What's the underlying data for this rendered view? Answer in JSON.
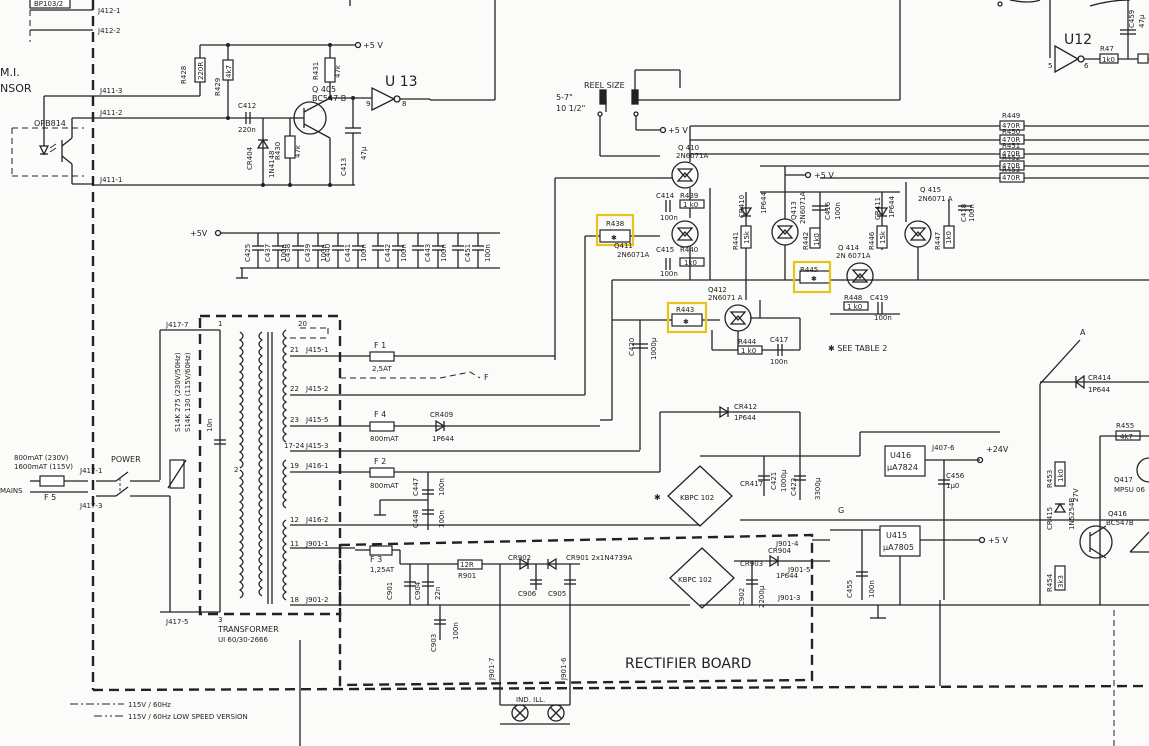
{
  "labels": {
    "bp": "BP103/2",
    "j4121": "J412-1",
    "j4122": "J412-2",
    "mi": "M.I.",
    "sensor": "NSOR",
    "opb": "OPB814",
    "j4113": "J411-3",
    "j4112": "J411-2",
    "j4111": "J411-1",
    "r428": "R428",
    "r428v": "220R",
    "r429": "R429",
    "r429v": "4k7",
    "r431": "R431",
    "r431v": "47k",
    "c412": "C412",
    "c412v": "220n",
    "cr404": "CR404",
    "cr404v": "1N4148",
    "r430": "R430",
    "r430v": "47k",
    "q405": "Q 405",
    "q405v": "BC547 B",
    "c413": "C413",
    "c413v": "47µ",
    "u13": "U 13",
    "p5v": "+5 V",
    "pin9": "9",
    "pin8": "8",
    "u12": "U12",
    "r447": "R47",
    "r447v": "1k0",
    "c459": "C459",
    "c459v": "47µ",
    "pin5": "5",
    "pin6": "6",
    "reel": "REEL SIZE",
    "reel1": "5-7\"",
    "reel2": "10 1/2\"",
    "r449": "R449",
    "r450": "R450",
    "r451": "R451",
    "r452": "R452",
    "r453x": "R453",
    "res470": "470R",
    "q410": "Q 410",
    "q410v": "2N6071A",
    "c414": "C414",
    "r439": "R439",
    "r439v": "1 k0",
    "n100": "100n",
    "r438": "R438",
    "q411": "Q411",
    "q411v": "2N6071A",
    "c415": "C415",
    "r440": "R440",
    "r440v": "1k0",
    "cr410": "CR410",
    "cr410v": "1P644",
    "r441": "R441",
    "r441v": "15k",
    "q413": "Q413",
    "q413v": "2N6071A",
    "r442": "R442",
    "r442v": "1k0",
    "c416": "C416",
    "cr411": "CR411",
    "cr411v": "1P644",
    "q415": "Q 415",
    "q415v": "2N6071 A",
    "r446": "R446",
    "r446v": "15k",
    "r447b": "R447",
    "r447bv": "1k0",
    "c418": "C418",
    "r445": "R445",
    "q414": "Q 414",
    "q414v": "2N 6071A",
    "r448": "R448",
    "r448v": "1 k0",
    "c419": "C419",
    "q412": "Q412",
    "q412v": "2N6071 A",
    "r443": "R443",
    "r444": "R444",
    "r444v": "1 k0",
    "c417": "C417",
    "c420": "C420",
    "c420v": "1000µ",
    "seetable": "✱  SEE TABLE 2",
    "star": "✱",
    "m5v": "+5V",
    "c425": "C425",
    "c437": "C437",
    "c438": "C438",
    "c439": "C439",
    "c440": "C440",
    "c441": "C441",
    "c442": "C442",
    "c443": "C443",
    "c451": "C451",
    "j4177": "J417-7",
    "j4171": "J417-1",
    "j4173": "J417-3",
    "j4175": "J417-5",
    "fuse1": "800mAT (230V)",
    "fuse2": "1600mAT (115V)",
    "f5": "F 5",
    "mains": "MAINS",
    "power": "POWER",
    "c10n": "10n",
    "varistor": "S14K 275 (230V/50Hz)",
    "varistor2": "S14K 130 (115V/60Hz)",
    "transformer": "TRANSFORMER",
    "trafo": "UI 60/30-2666",
    "n20": "20",
    "n21": "21",
    "n22": "22",
    "n23": "23",
    "n1724": "17-24",
    "n19": "19",
    "n12": "12",
    "n11": "11",
    "n18": "18",
    "n1": "1",
    "n2": "2",
    "n3": "3",
    "j4151": "J415-1",
    "j4152": "J415-2",
    "j4155": "J415-5",
    "j4153": "J415-3",
    "j4161": "J416-1",
    "j4162": "J416-2",
    "j9011": "J901-1",
    "j9012": "J901-2",
    "f1": "F 1",
    "f1v": "2,5AT",
    "f4": "F 4",
    "f4v": "800mAT",
    "cr409": "CR409",
    "cr409v": "1P644",
    "f2": "F 2",
    "f2v": "800mAT",
    "c447": "C447",
    "c448": "C448",
    "cr412": "CR412",
    "cr412v": "1P644",
    "cr417": "CR417",
    "kbpc": "KBPC 102",
    "c421": "C421",
    "c421v": "1000µ",
    "c423": "C423",
    "c423v": "3300µ",
    "u416": "U416",
    "u416v": "µA7824",
    "j4076": "J407-6",
    "p24v": "+24V",
    "c456": "C456",
    "c456v": "1µ0",
    "u415": "U415",
    "u415v": "µA7805",
    "gee": "G",
    "eff": "F",
    "ay": "A",
    "f3": "F 3",
    "f3v": "1,25AT",
    "r901": "R901",
    "r901v": "12R",
    "cr902": "CR902",
    "cr901": "CR901  2x1N4739A",
    "c901": "C901",
    "c904": "C904",
    "c22n": "22n",
    "c903": "C903",
    "c905": "C905",
    "c906": "C906",
    "cr903": "CR903",
    "cr904": "CR904",
    "cr904v": "1P644",
    "c902": "C902",
    "c902v": "2200µ",
    "j9014": "J901-4",
    "j9015": "J901-5",
    "j9013": "J901-3",
    "c455": "C455",
    "j9017": "J901-7",
    "j9016": "J901-6",
    "rect": "RECTIFIER BOARD",
    "indill": "IND. ILL.",
    "leg1": "115V / 60Hz",
    "leg2": "115V / 60Hz  LOW SPEED VERSION",
    "cr414": "CR414",
    "cr414v": "1P644",
    "r455": "R455",
    "r455v": "4k7",
    "r453": "R453",
    "r453v": "1k0",
    "cr415": "CR415",
    "cr415v": "1N5254B",
    "q416": "Q416",
    "q416v": "BC547B",
    "q417": "Q417",
    "q417v": "MPSU 06",
    "r454": "R454",
    "r454v": "3k3",
    "b27v": "27V"
  }
}
